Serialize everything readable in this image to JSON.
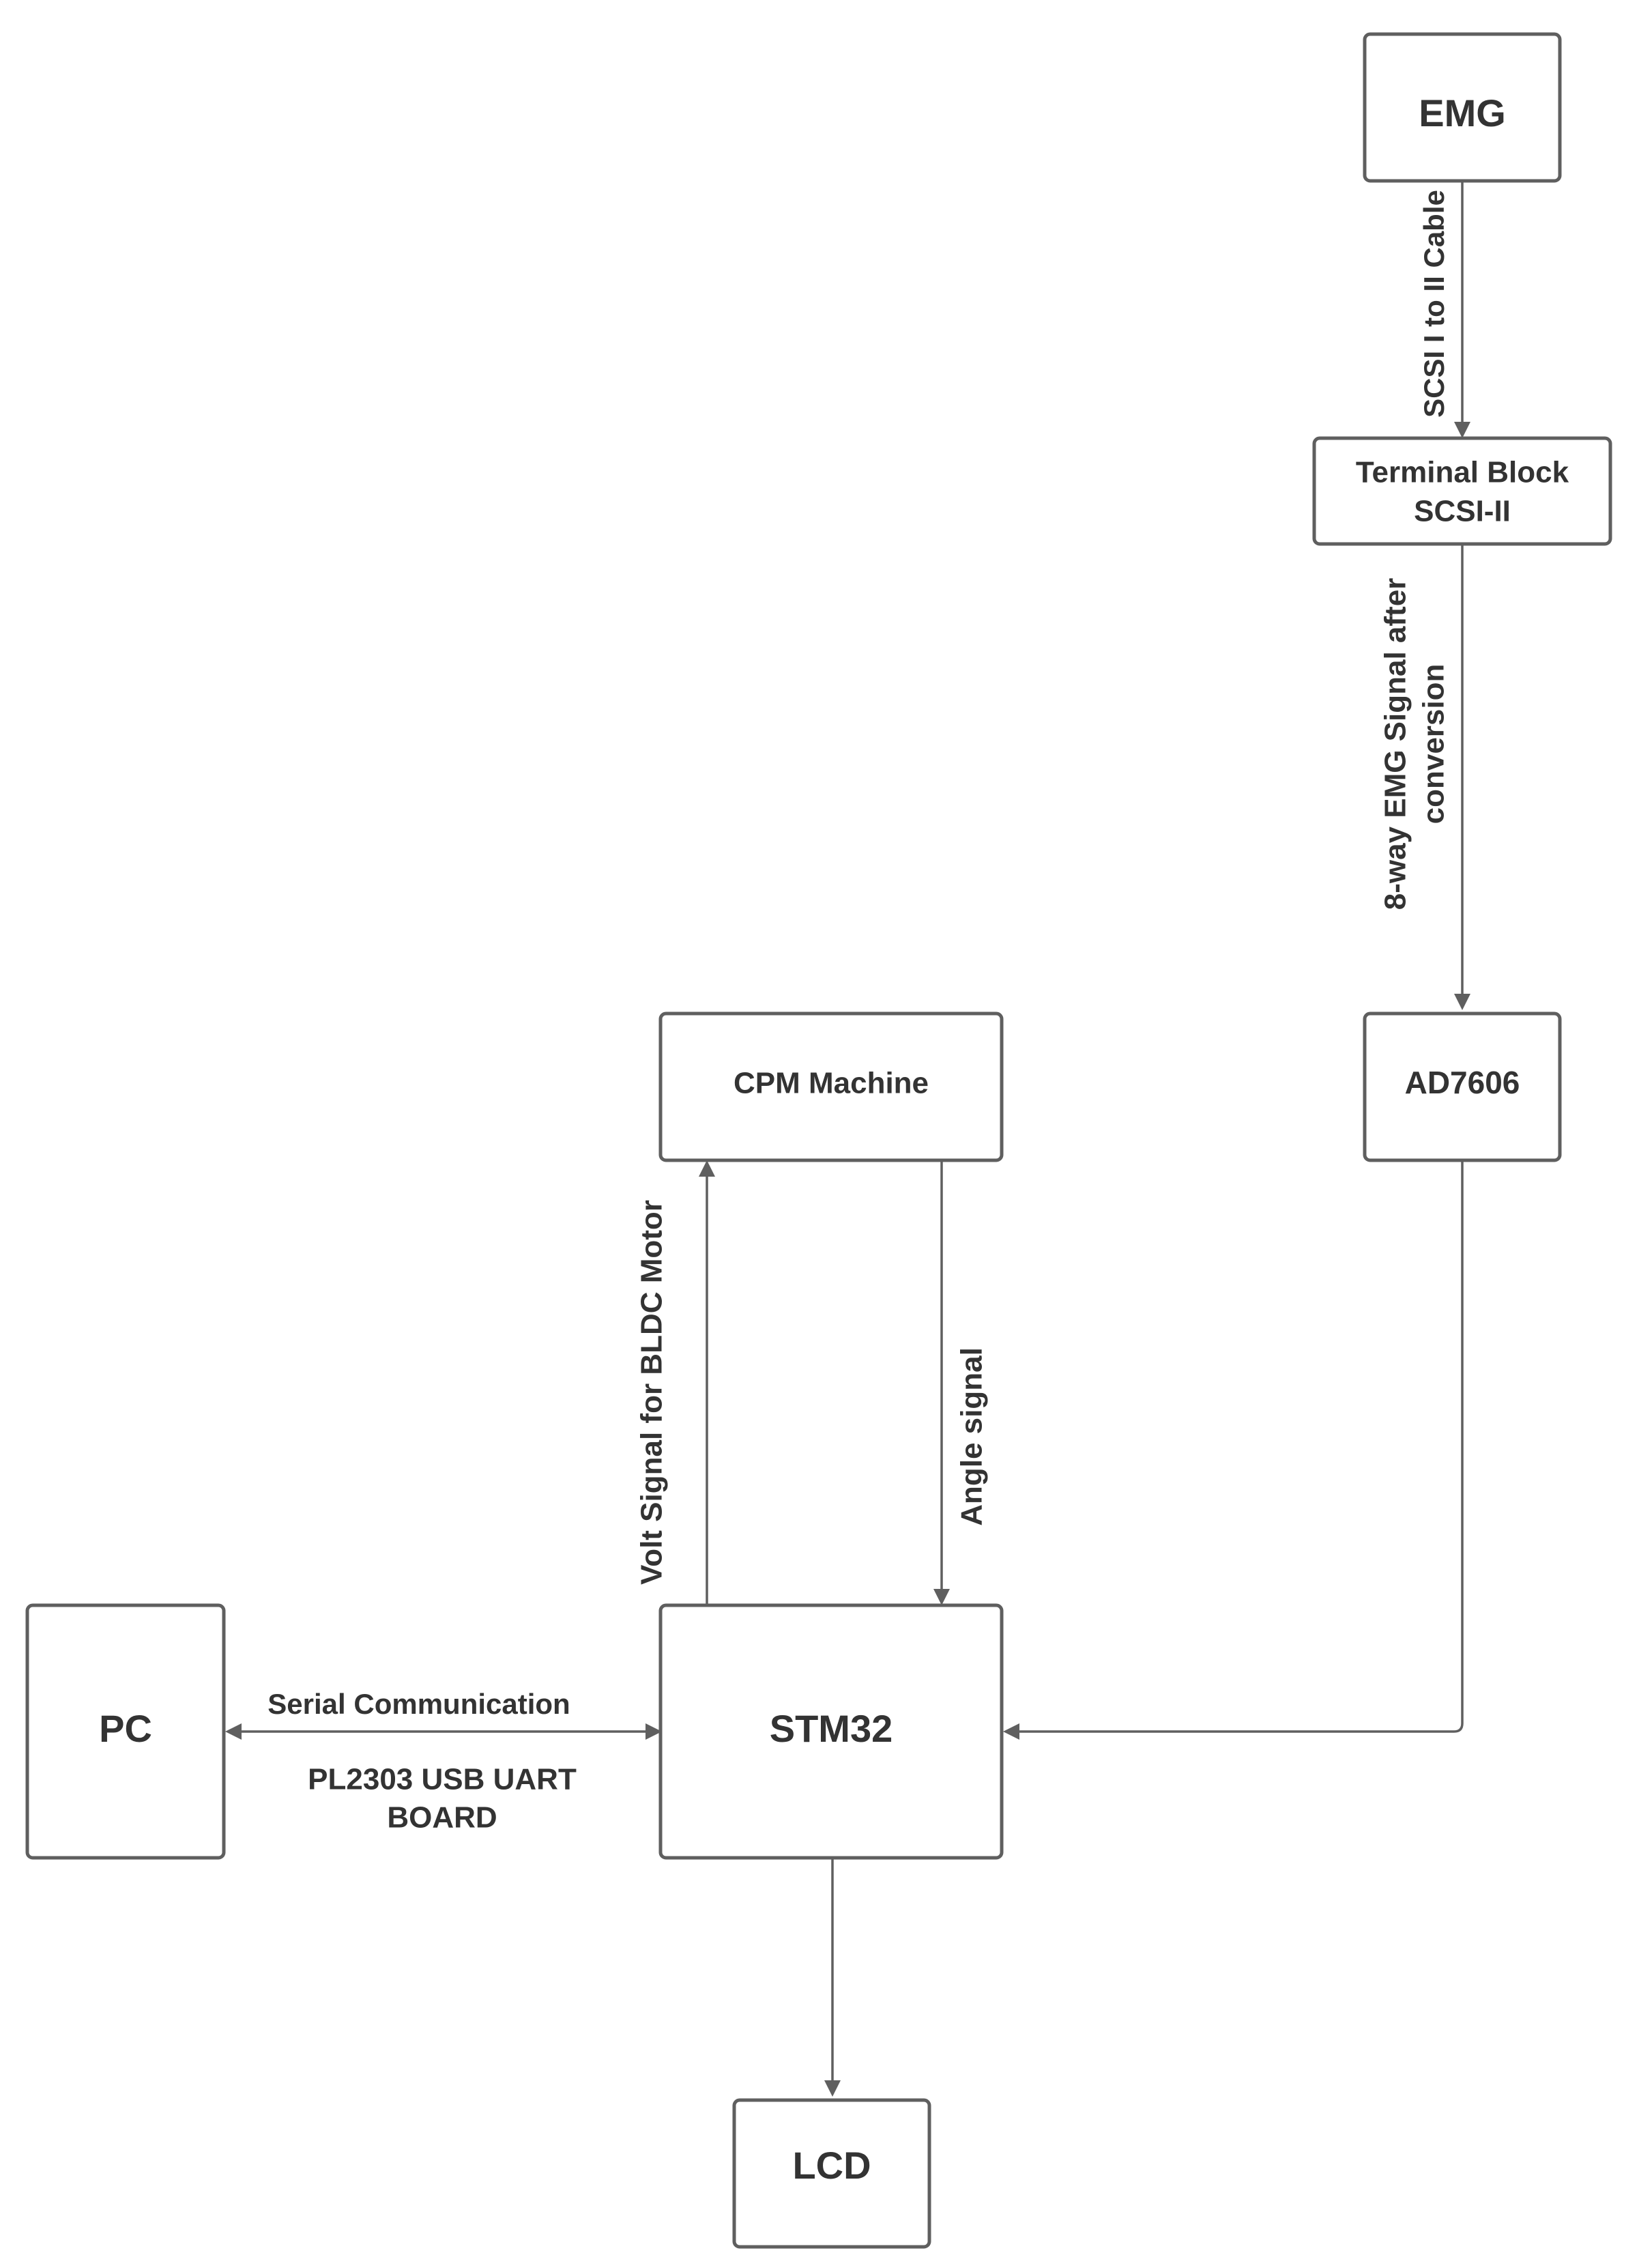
{
  "nodes": {
    "emg": {
      "label": "EMG"
    },
    "terminal_block": {
      "line1": "Terminal Block",
      "line2": "SCSI-II"
    },
    "ad7606": {
      "label": "AD7606"
    },
    "cpm_machine": {
      "label": "CPM Machine"
    },
    "stm32": {
      "label": "STM32"
    },
    "pc": {
      "label": "PC"
    },
    "lcd": {
      "label": "LCD"
    }
  },
  "edges": {
    "emg_to_terminal": {
      "label": "SCSI I to II Cable"
    },
    "terminal_to_ad7606": {
      "line1": "8-way EMG Signal after",
      "line2": "conversion"
    },
    "stm32_to_cpm": {
      "label": "Volt Signal for BLDC Motor"
    },
    "cpm_to_stm32": {
      "label": "Angle signal"
    },
    "pc_stm32": {
      "label": "Serial Communication",
      "sublabel_line1": "PL2303 USB UART",
      "sublabel_line2": "BOARD"
    }
  }
}
